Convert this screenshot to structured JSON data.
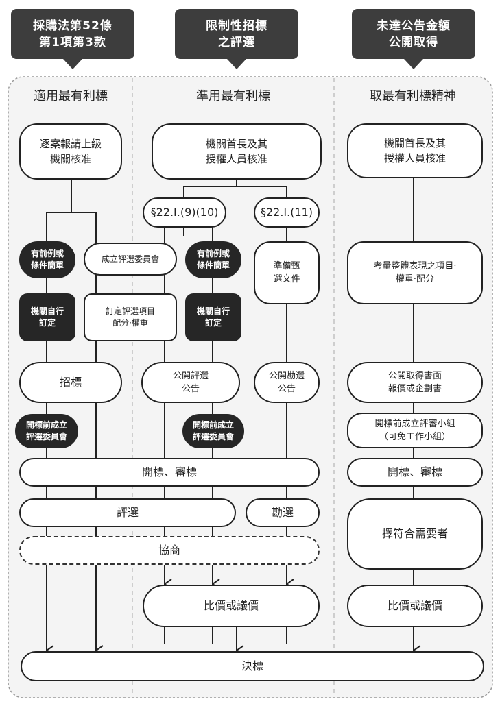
{
  "colors": {
    "header_fill": "#3d3d3d",
    "dark_box_fill": "#262626",
    "panel_fill": "#f4f4f4",
    "line": "#222222"
  },
  "headers": [
    "採購法第52條\n第1項第3款",
    "限制性招標\n之評選",
    "未達公告金額\n公開取得"
  ],
  "columns": [
    "適用最有利標",
    "準用最有利標",
    "取最有利標精神"
  ],
  "col1": {
    "approve": "逐案報請上級\n機關核准",
    "prior_simple": "有前例或\n條件簡單",
    "committee": "成立評選委員會",
    "self_set": "機關自行\n訂定",
    "criteria": "訂定評選項目\n配分·權重",
    "tender": "招標",
    "pre_committee": "開標前成立\n評選委員會"
  },
  "col2": {
    "approve": "機關首長及其\n授權人員核准",
    "sec_a": "§22.I.(9)(10)",
    "sec_b": "§22.I.(11)",
    "prior_simple": "有前例或\n條件簡單",
    "self_set": "機關自行\n訂定",
    "prep_docs": "準備甄\n選文件",
    "public_eval": "公開評選\n公告",
    "public_select": "公開勘選\n公告",
    "pre_committee": "開標前成立\n評選委員會"
  },
  "col3": {
    "approve": "機關首長及其\n授權人員核准",
    "consider": "考量整體表現之項目·\n權重·配分",
    "written_quote": "公開取得書面\n報價或企劃書",
    "review_group": "開標前成立評審小組\n（可免工作小組）",
    "open_review": "開標、審標",
    "choose": "擇符合需要者",
    "compare": "比價或議價"
  },
  "shared": {
    "open_review": "開標、審標",
    "evaluate": "評選",
    "survey": "勘選",
    "negotiate": "協商",
    "compare": "比價或議價",
    "award": "決標"
  }
}
